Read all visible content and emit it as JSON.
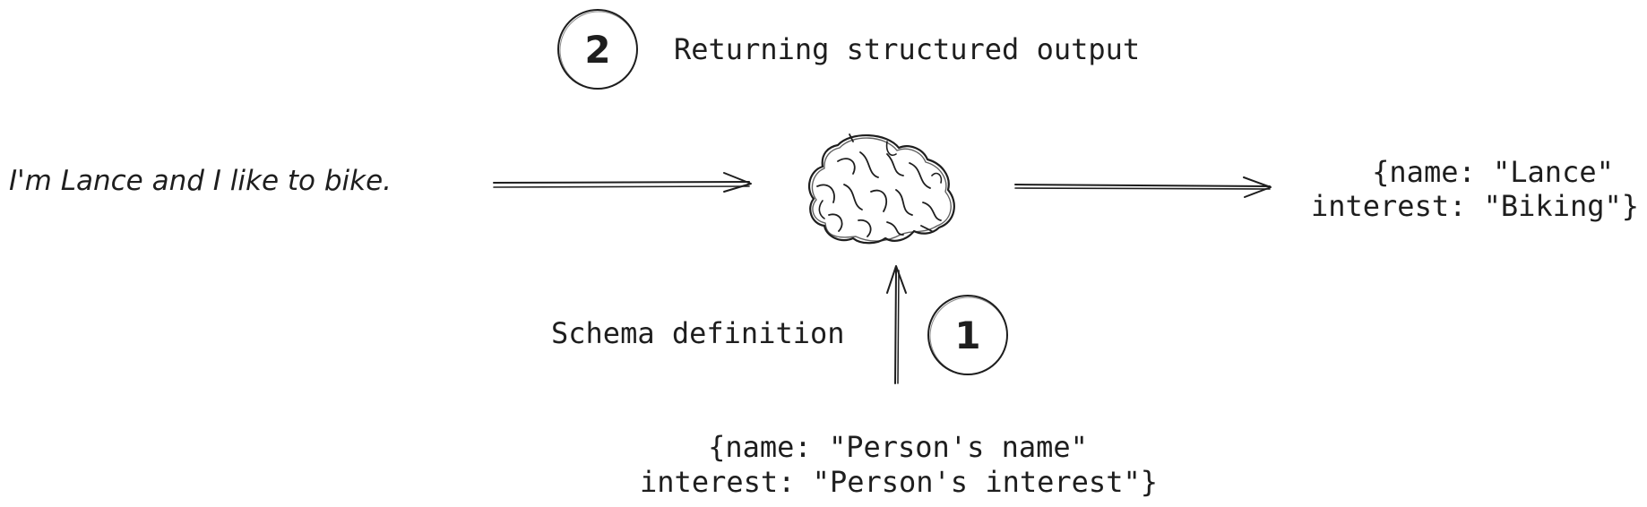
{
  "input_text": "I'm Lance and I like to bike.",
  "model": {
    "icon": "brain-icon"
  },
  "step_returning": {
    "number": "2",
    "label": "Returning structured output"
  },
  "step_schema": {
    "number": "1",
    "label": "Schema definition"
  },
  "schema_definition": {
    "line1": "{name: \"Person's name\"",
    "line2": "interest: \"Person's interest\"}"
  },
  "structured_output": {
    "line1": "{name: \"Lance\"",
    "line2": "interest: \"Biking\"}"
  },
  "colors": {
    "ink": "#1e1e1e",
    "background": "#ffffff"
  }
}
